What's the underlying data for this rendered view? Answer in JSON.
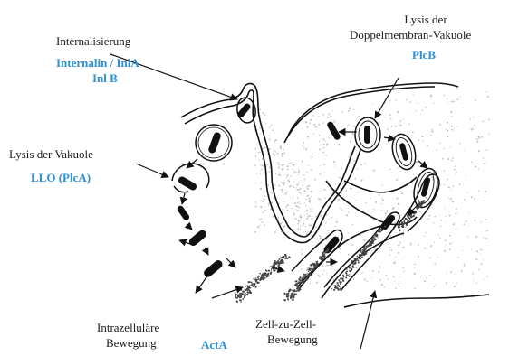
{
  "labels": {
    "internalisierung": "Internalisierung",
    "internalin_1": "Internalin / InlA",
    "internalin_2": "Inl B",
    "lysis_vakuole": "Lysis der Vakuole",
    "llo": "LLO (PlcA)",
    "lysis_doppel_1": "Lysis der",
    "lysis_doppel_2": "Doppelmembran-Vakuole",
    "plcb": "PlcB",
    "intrazellulaere_1": "Intrazelluläre",
    "intrazellulaere_2": "Bewegung",
    "acta": "ActA",
    "zell_zu_zell_1": "Zell-zu-Zell-",
    "zell_zu_zell_2": "Bewegung"
  },
  "colors": {
    "protein_label": "#2b8fd6",
    "text": "#1a1a1a",
    "outline": "#111111"
  }
}
